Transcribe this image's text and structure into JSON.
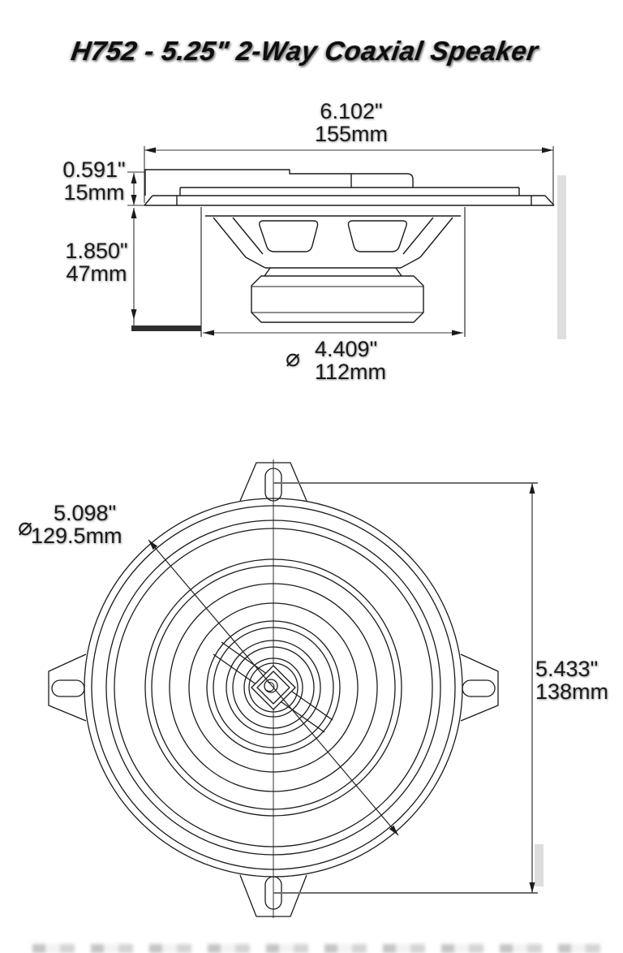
{
  "title": "H752 - 5.25\" 2-Way Coaxial Speaker",
  "side_view": {
    "dim_overall_width": {
      "inches": "6.102\"",
      "mm": "155mm"
    },
    "dim_flange_height": {
      "inches": "0.591\"",
      "mm": "15mm"
    },
    "dim_mounting_depth": {
      "inches": "1.850\"",
      "mm": "47mm"
    },
    "dim_cutout_diameter": {
      "symbol": "⌀",
      "inches": "4.409\"",
      "mm": "112mm"
    }
  },
  "front_view": {
    "dim_flange_diameter": {
      "symbol": "⌀",
      "inches": "5.098\"",
      "mm": "129.5mm"
    },
    "dim_overall_height": {
      "inches": "5.433\"",
      "mm": "138mm"
    }
  }
}
